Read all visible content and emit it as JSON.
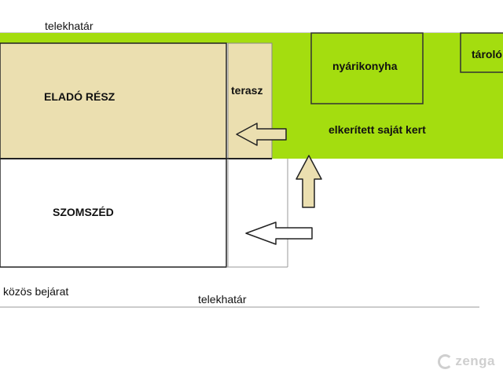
{
  "labels": {
    "top_boundary": "telekhatár",
    "bottom_boundary": "telekhatár",
    "for_sale": "ELADÓ RÉSZ",
    "terrace": "terasz",
    "summer_kitchen": "nyárikonyha",
    "storage": "tároló",
    "garden": "elkerített saját kert",
    "neighbour": "SZOMSZÉD",
    "common_entrance": "közös bejárat"
  },
  "watermark": "zenga",
  "colors": {
    "garden_green": "#a4dd0f",
    "for_sale_fill": "#ebdfb0",
    "terrace_fill": "#ebdfb0",
    "arrow_fill": "#ebdfb0",
    "outline": "#222222",
    "boundary_line": "#999999"
  }
}
